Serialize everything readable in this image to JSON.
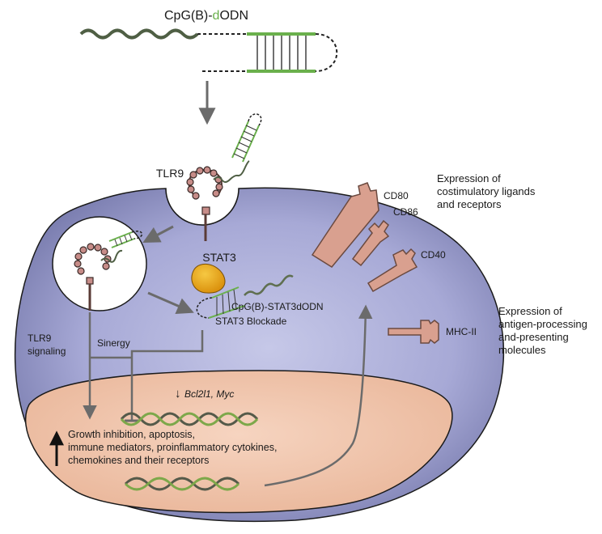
{
  "title": {
    "prefix": "CpG(B)-",
    "accent": "d",
    "suffix": "ODN"
  },
  "labels": {
    "tlr9": "TLR9",
    "stat3": "STAT3",
    "stat3_dodn": "CpG(B)-STAT3dODN",
    "stat3_blockade": "STAT3 Blockade",
    "tlr9_signaling_line1": "TLR9",
    "tlr9_signaling_line2": "signaling",
    "synergy": "Sinergy",
    "bcl2_arrow": "↓",
    "bcl2_genes": "Bcl2l1, Myc",
    "cd80": "CD80",
    "cd86": "CD86",
    "cd40": "CD40",
    "mhc2": "MHC-II"
  },
  "outcomes": {
    "line1": "Growth inhibition, apoptosis,",
    "line2": "immune mediators, proinflammatory cytokines,",
    "line3": "chemokines and their receptors"
  },
  "annotations": {
    "costim_line1": "Expression of",
    "costim_line2": "costimulatory ligands",
    "costim_line3": "and receptors",
    "antigen_line1": "Expression of",
    "antigen_line2": "antigen-processing",
    "antigen_line3": "and-presenting",
    "antigen_line4": "molecules"
  },
  "colors": {
    "cell_center": "#b3b5dc",
    "cell_edge": "#6e719f",
    "nucleus": "#f2c6ae",
    "receptor": "#d9a08f",
    "receptor_stroke": "#6b4a40",
    "stat3": "#e8a612",
    "dna_dark": "#555a4a",
    "dna_green": "#7da84a",
    "odn_green": "#6ab04c",
    "arrow": "#6b6b6b"
  }
}
